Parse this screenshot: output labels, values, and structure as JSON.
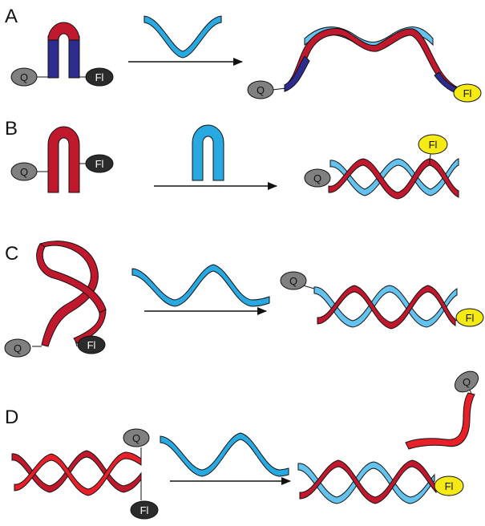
{
  "panels": [
    {
      "label": "A",
      "quencher": "Q",
      "fluor_start": "Fl",
      "fluor_end": "Fl"
    },
    {
      "label": "B",
      "quencher": "Q",
      "fluor_start": "Fl",
      "fluor_end": "Fl"
    },
    {
      "label": "C",
      "quencher": "Q",
      "fluor_start": "Fl",
      "fluor_end": "Fl"
    },
    {
      "label": "D",
      "quencher": "Q",
      "fluor_start": "Fl",
      "fluor_end": "Fl"
    }
  ],
  "colors": {
    "probe_red": "#c0182c",
    "probe_red_dark": "#6e0a16",
    "bright_red": "#e8202a",
    "stem_blue": "#2c2d8f",
    "target_cyan": "#29a9e1",
    "target_light": "#63c3ee",
    "quencher_grey": "#808080",
    "fluor_dark": "#2b2b2b",
    "fluor_yellow": "#f5ea14",
    "arrow": "#111111"
  }
}
